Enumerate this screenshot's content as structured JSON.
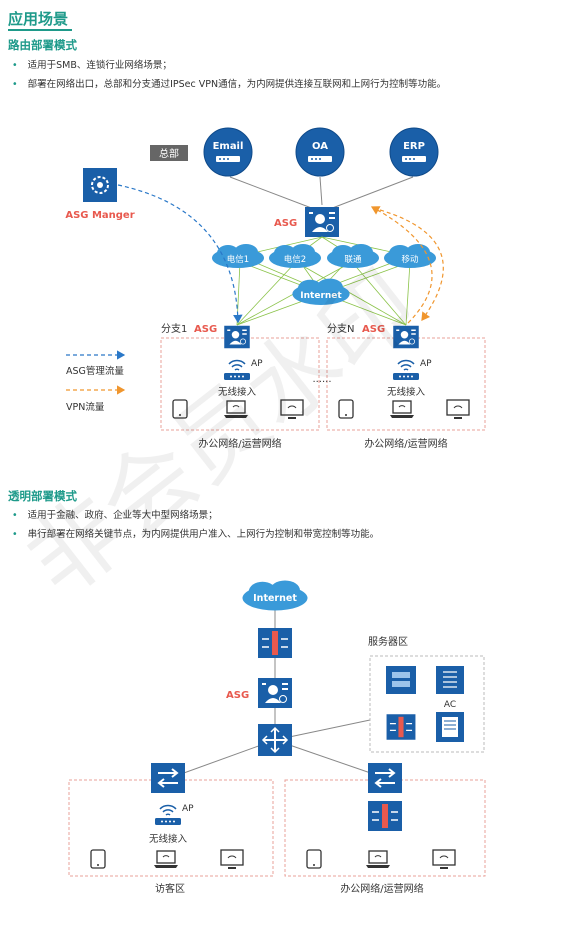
{
  "page": {
    "title": "应用场景",
    "watermark": "非会员水印"
  },
  "routing": {
    "heading": "路由部署模式",
    "bullets": [
      "适用于SMB、连锁行业网络场景；",
      "部署在网络出口，总部和分支通过IPSec VPN通信，为内网提供连接互联网和上网行为控制等功能。"
    ],
    "hq_label": "总部",
    "servers": [
      "Email",
      "OA",
      "ERP"
    ],
    "asg_label": "ASG",
    "manager_label": "ASG Manger",
    "isps": [
      "电信1",
      "电信2",
      "联通",
      "移动"
    ],
    "internet_label": "Internet",
    "branch1_label": "分支1",
    "branchn_label": "分支N",
    "ap_label": "AP",
    "wireless_label": "无线接入",
    "ellipsis": "......",
    "office_label": "办公网络/运营网络",
    "legend_mgmt": "ASG管理流量",
    "legend_vpn": "VPN流量"
  },
  "transparent": {
    "heading": "透明部署模式",
    "bullets": [
      "适用于金融、政府、企业等大中型网络场景；",
      "串行部署在网络关键节点，为内网提供用户准入、上网行为控制和带宽控制等功能。"
    ],
    "internet_label": "Internet",
    "asg_label": "ASG",
    "server_zone_label": "服务器区",
    "ac_label": "AC",
    "ap_label": "AP",
    "wireless_label": "无线接入",
    "guest_label": "访客区",
    "office_label": "办公网络/运营网络"
  },
  "colors": {
    "accent": "#1e9a8a",
    "device_blue": "#1a5fa8",
    "asg_red": "#e8594e",
    "cloud_blue": "#3a9ad9",
    "mgmt_line": "#2a78c8",
    "vpn_line": "#f0962e"
  }
}
